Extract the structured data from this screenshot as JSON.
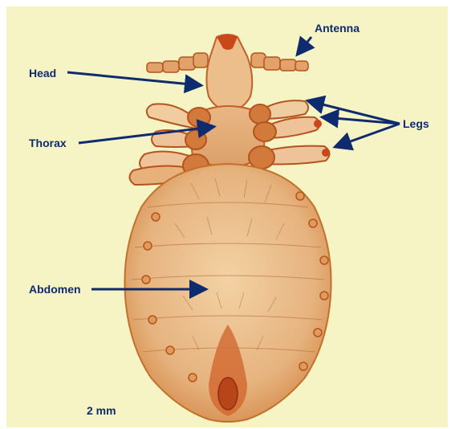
{
  "labels": {
    "antenna": "Antenna",
    "head": "Head",
    "thorax": "Thorax",
    "legs": "Legs",
    "abdomen": "Abdomen"
  },
  "scale_bar": "2 mm",
  "colors": {
    "background": "#f6f3c4",
    "body": "#e8b27a",
    "body_dark": "#c85a1e",
    "arrow": "#0d2b6e"
  }
}
